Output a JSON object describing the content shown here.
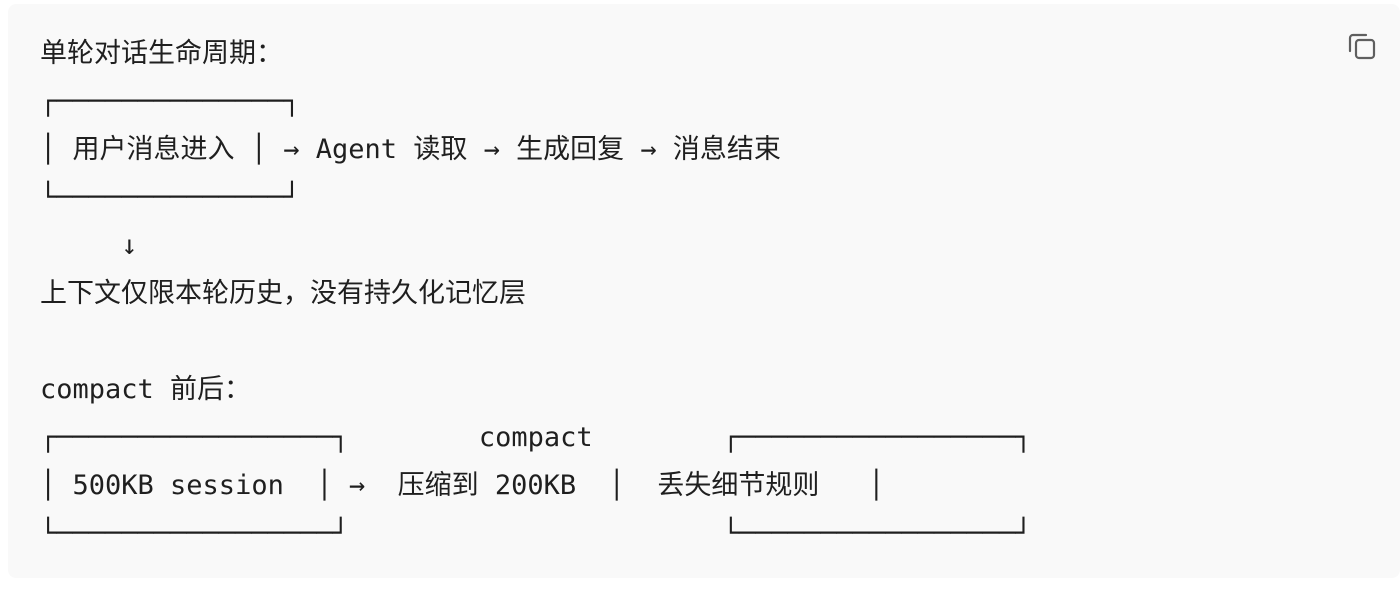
{
  "code_block": {
    "lines": [
      "单轮对话生命周期：",
      "┌──────────────┐",
      "│ 用户消息进入 │ → Agent 读取 → 生成回复 → 消息结束",
      "└──────────────┘",
      "     ↓",
      "上下文仅限本轮历史，没有持久化记忆层",
      "",
      "compact 前后：",
      "┌─────────────────┐        compact        ┌─────────────────┐",
      "│ 500KB session  │ →  压缩到 200KB  │  丢失细节规则   │",
      "└─────────────────┘                       └─────────────────┘"
    ]
  },
  "copy_button": {
    "icon": "copy-icon"
  }
}
